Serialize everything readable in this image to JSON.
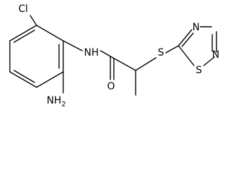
{
  "molecule": {
    "atom_labels": {
      "cl": "Cl",
      "nh": "NH",
      "nh2_main": "NH",
      "nh2_sub": "2",
      "o": "O",
      "s_thioether": "S",
      "s_ring": "S",
      "n_ring_upper": "N",
      "n_ring_right": "N"
    },
    "colors": {
      "bond": "#000000",
      "label": "#000000",
      "background": "#ffffff"
    }
  }
}
